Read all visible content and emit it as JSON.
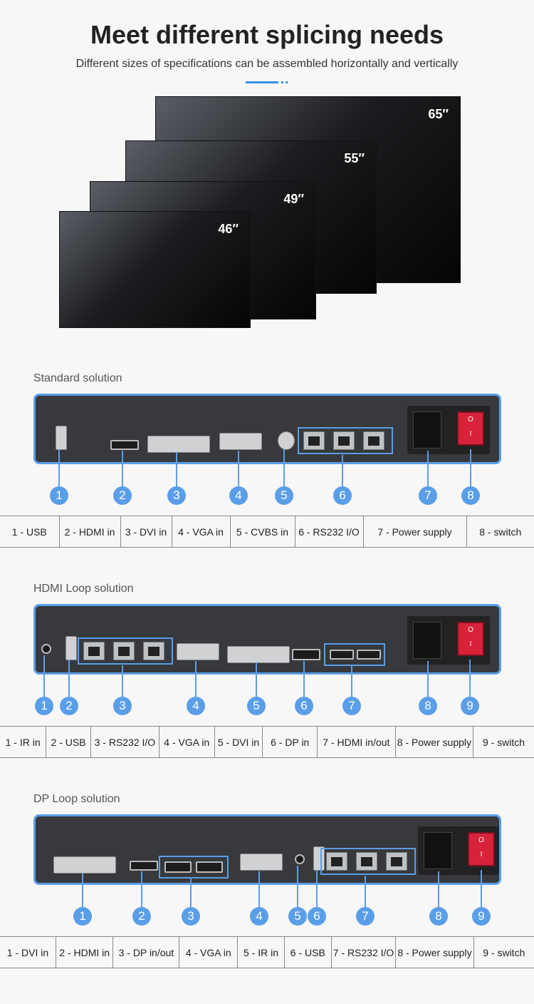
{
  "header": {
    "title": "Meet different splicing needs",
    "subtitle": "Different sizes of specifications can be assembled horizontally and vertically"
  },
  "screens": [
    "65″",
    "55″",
    "49″",
    "46″"
  ],
  "sections": [
    {
      "label": "Standard solution",
      "items": [
        "1 - USB",
        "2 - HDMI in",
        "3 - DVI in",
        "4 - VGA in",
        "5 - CVBS in",
        "6 - RS232 I/O",
        "7 - Power supply",
        "8 - switch"
      ]
    },
    {
      "label": "HDMI Loop solution",
      "items": [
        "1 - IR in",
        "2 - USB",
        "3 - RS232 I/O",
        "4 - VGA in",
        "5 - DVI in",
        "6 - DP in",
        "7 - HDMI in/out",
        "8 - Power supply",
        "9 - switch"
      ]
    },
    {
      "label": "DP Loop solution",
      "items": [
        "1 - DVI in",
        "2 - HDMI in",
        "3 - DP in/out",
        "4 - VGA in",
        "5 - IR in",
        "6 - USB",
        "7 - RS232 I/O",
        "8 - Power supply",
        "9 - switch"
      ]
    }
  ],
  "switch_marks": {
    "off": "O",
    "on": "I"
  },
  "colors": {
    "accent": "#5b9ee8",
    "switch": "#d8223a"
  }
}
